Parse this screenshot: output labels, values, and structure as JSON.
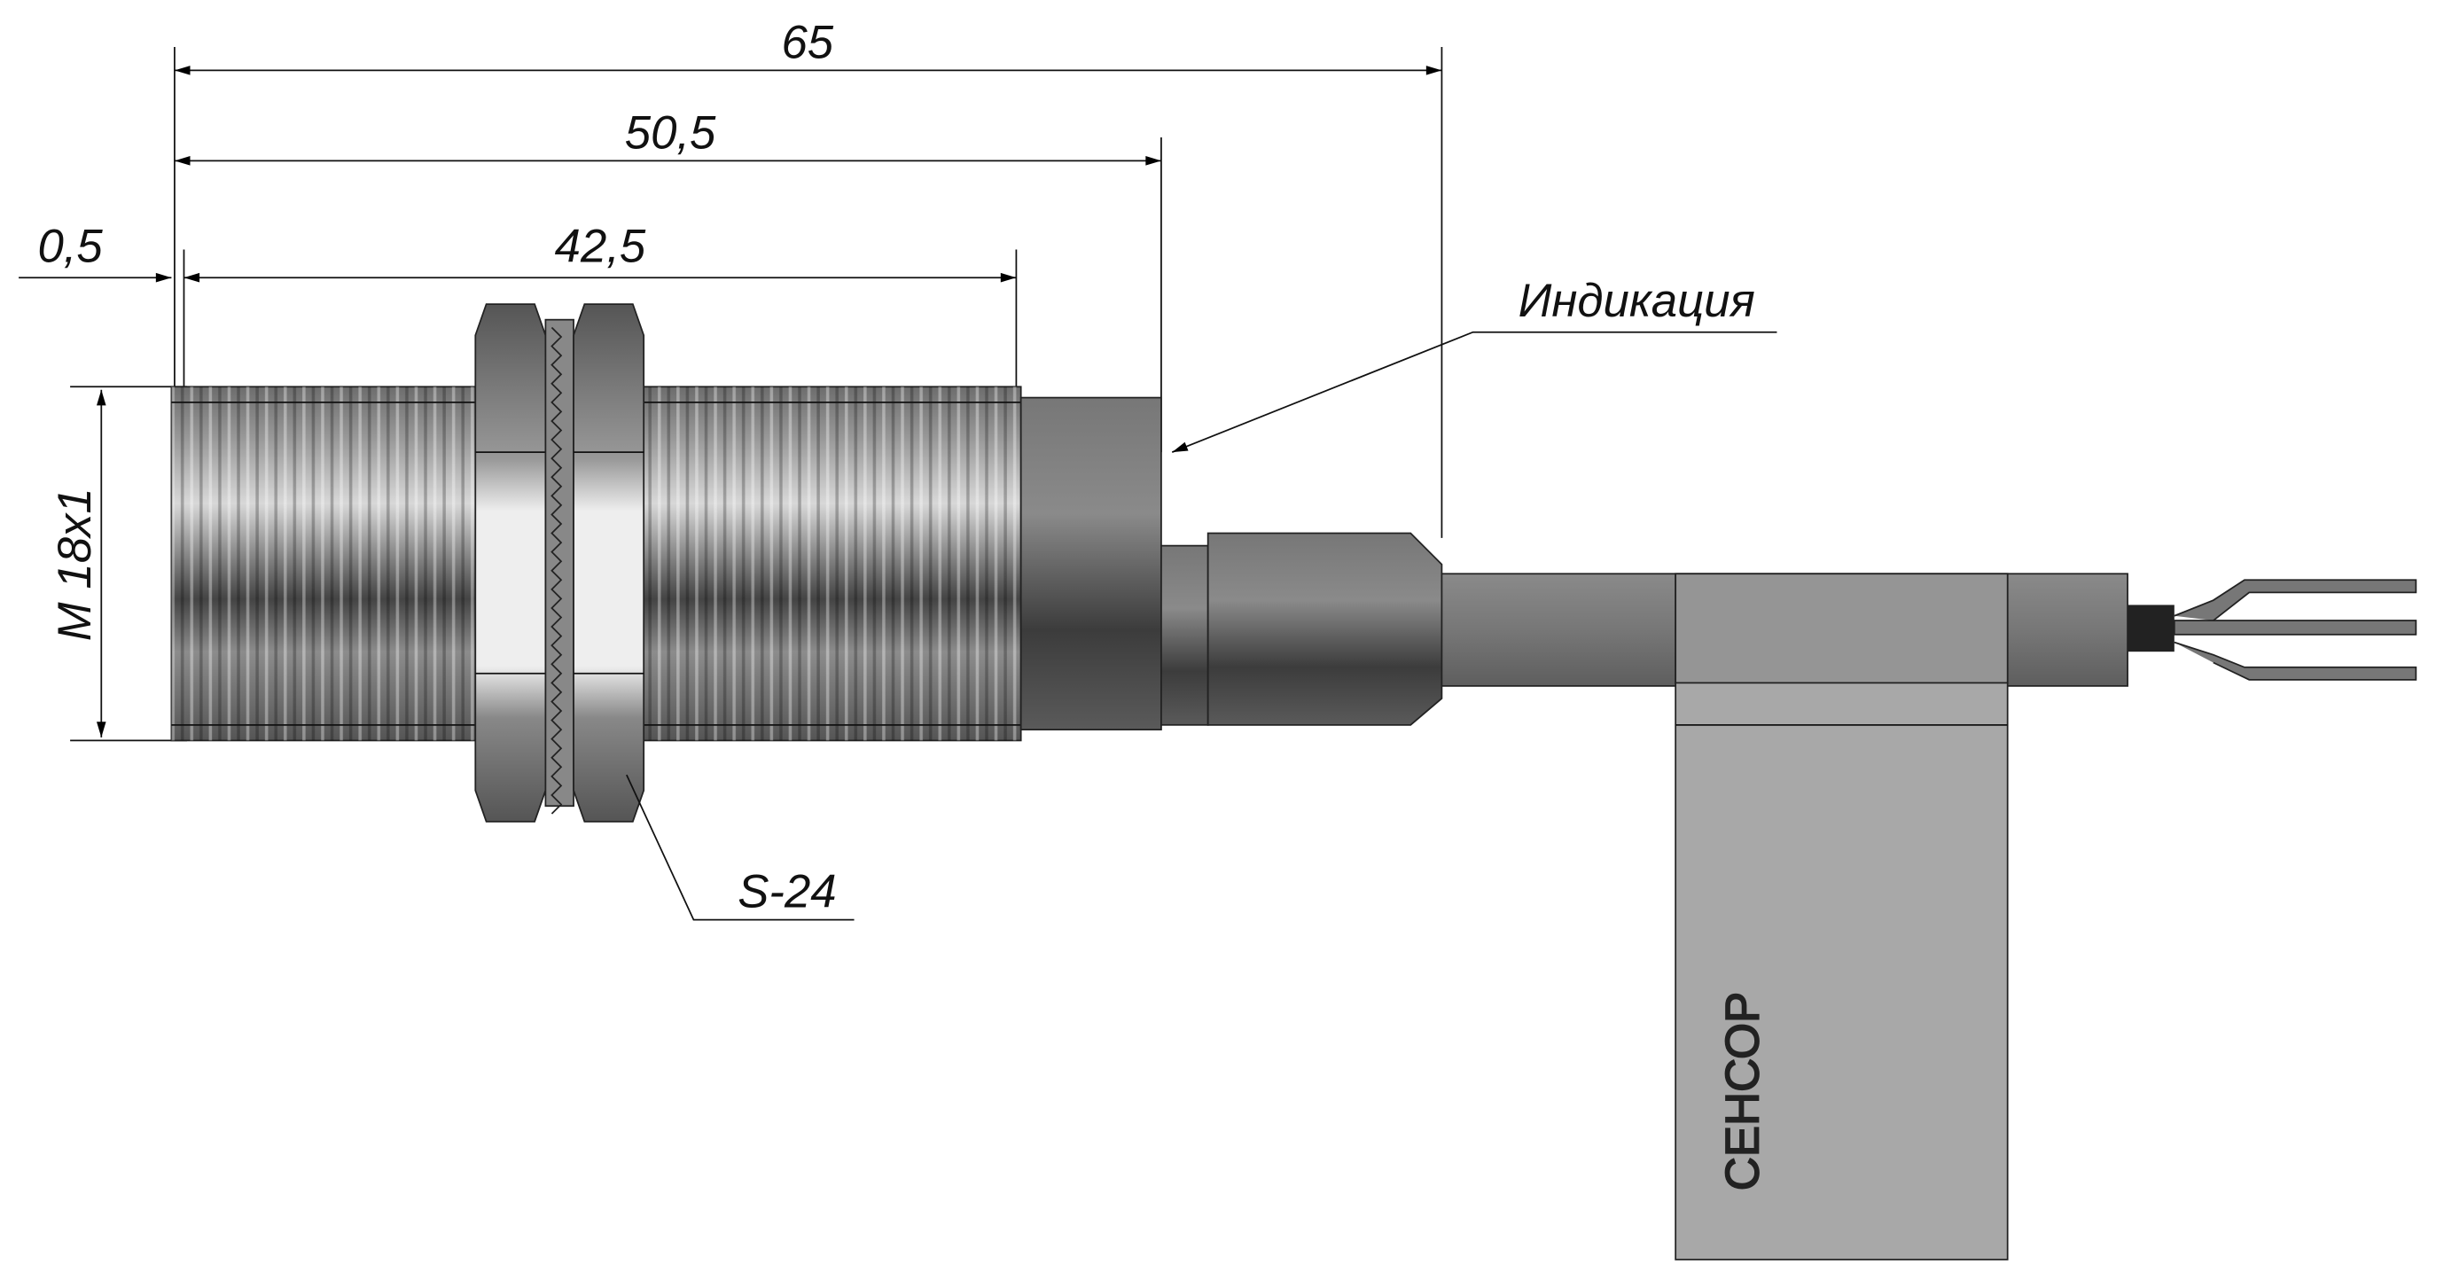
{
  "dimensions": {
    "overall_length": "65",
    "body_length": "50,5",
    "thread_length": "42,5",
    "chamfer": "0,5",
    "thread_size": "M 18x1"
  },
  "callouts": {
    "indicator": "Индикация",
    "nut_size": "S-24"
  },
  "label_tag": {
    "brand": "СЕНСОР"
  },
  "colors": {
    "body": "#8a8a8a",
    "cable": "#7a7a7a",
    "tag": "#a8a8a8"
  }
}
